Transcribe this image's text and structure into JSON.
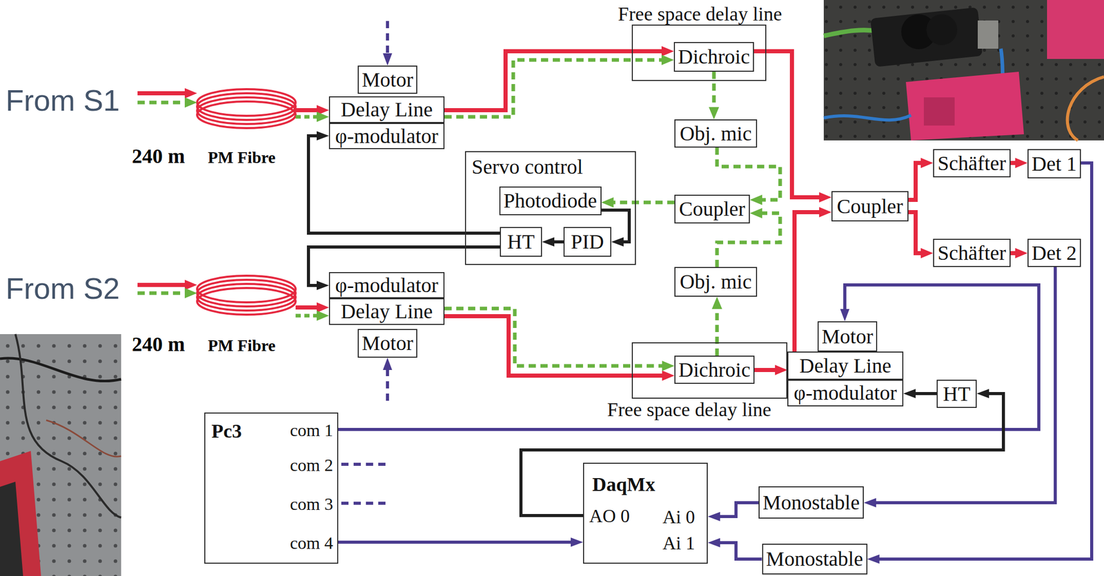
{
  "diagram": {
    "nodes": [
      {
        "text": [
          "Motor"
        ]
      },
      {
        "text": [
          "Delay Line"
        ]
      },
      {
        "text": [
          "φ-modulator"
        ]
      },
      {
        "text": [
          "Free space delay line"
        ]
      },
      {
        "text": [
          "Dichroic"
        ],
        "in": 3
      },
      {
        "text": [
          "Obj. mic"
        ]
      },
      {
        "text": [
          "Servo control"
        ]
      },
      {
        "text": [
          "Photodiode"
        ],
        "in": 6
      },
      {
        "text": [
          "HT"
        ],
        "in": 6
      },
      {
        "text": [
          "PID"
        ],
        "in": 6
      },
      {
        "text": [
          "Coupler"
        ]
      },
      {
        "text": [
          "Coupler"
        ]
      },
      {
        "text": [
          "Schäfter"
        ]
      },
      {
        "text": [
          "Det 1"
        ]
      },
      {
        "text": [
          "Schäfter"
        ]
      },
      {
        "text": [
          "Det 2"
        ]
      },
      {
        "text": [
          "φ-modulator"
        ]
      },
      {
        "text": [
          "Delay Line"
        ]
      },
      {
        "text": [
          "Motor"
        ]
      },
      {
        "text": [
          "Obj. mic"
        ]
      },
      {
        "text": [
          "Free space delay line"
        ]
      },
      {
        "text": [
          "Dichroic"
        ],
        "in": 20
      },
      {
        "text": [
          "Motor"
        ]
      },
      {
        "text": [
          "Delay Line"
        ]
      },
      {
        "text": [
          "φ-modulator"
        ]
      },
      {
        "text": [
          "HT"
        ]
      },
      {
        "text": [
          "Pc3",
          "com 1",
          "com 2",
          "com 3",
          "com 4"
        ]
      },
      {
        "text": [
          "DaqMx",
          "AO 0",
          "Ai 0",
          "Ai 1"
        ]
      },
      {
        "text": [
          "Monostable"
        ]
      },
      {
        "text": [
          "Monostable"
        ]
      }
    ],
    "edges": [
      {
        "from": 1,
        "to": 4,
        "arrow": "to"
      },
      {
        "from": 1,
        "to": 4,
        "arrow": "to"
      },
      {
        "from": 4,
        "to": 5,
        "arrow": "to"
      },
      {
        "from": 4,
        "to": 11,
        "arrow": "to"
      },
      {
        "from": 5,
        "to": 10,
        "arrow": "to"
      },
      {
        "from": 19,
        "to": 10,
        "arrow": "to"
      },
      {
        "from": 10,
        "to": 7,
        "arrow": "to"
      },
      {
        "from": 7,
        "to": 9,
        "arrow": "to"
      },
      {
        "from": 9,
        "to": 8,
        "arrow": "to"
      },
      {
        "from": 8,
        "to": 2,
        "arrow": "to"
      },
      {
        "from": 8,
        "to": 16,
        "arrow": "to"
      },
      {
        "from": 17,
        "to": 21,
        "arrow": "to"
      },
      {
        "from": 17,
        "to": 21,
        "arrow": "to"
      },
      {
        "from": 21,
        "to": 19,
        "arrow": "to"
      },
      {
        "from": 21,
        "to": 23,
        "arrow": "to"
      },
      {
        "from": 23,
        "to": 11,
        "arrow": "to"
      },
      {
        "from": 11,
        "to": 12,
        "arrow": "to"
      },
      {
        "from": 11,
        "to": 14,
        "arrow": "to"
      },
      {
        "from": 12,
        "to": 13,
        "arrow": "to"
      },
      {
        "from": 14,
        "to": 15,
        "arrow": "to"
      },
      {
        "from": 13,
        "to": 29,
        "arrow": "to"
      },
      {
        "from": 15,
        "to": 28,
        "arrow": "to"
      },
      {
        "from": 28,
        "to": 27,
        "arrow": "to"
      },
      {
        "from": 29,
        "to": 27,
        "arrow": "to"
      },
      {
        "from": 26,
        "to": 22,
        "arrow": "to"
      },
      {
        "from": 26,
        "to": 27,
        "arrow": "to"
      },
      {
        "from": 27,
        "to": 25,
        "arrow": "to"
      },
      {
        "from": 25,
        "to": 24,
        "arrow": "to"
      }
    ],
    "labels": [
      "From S1",
      "240 m",
      "PM Fibre",
      "From S2",
      "240 m",
      "PM Fibre"
    ]
  }
}
